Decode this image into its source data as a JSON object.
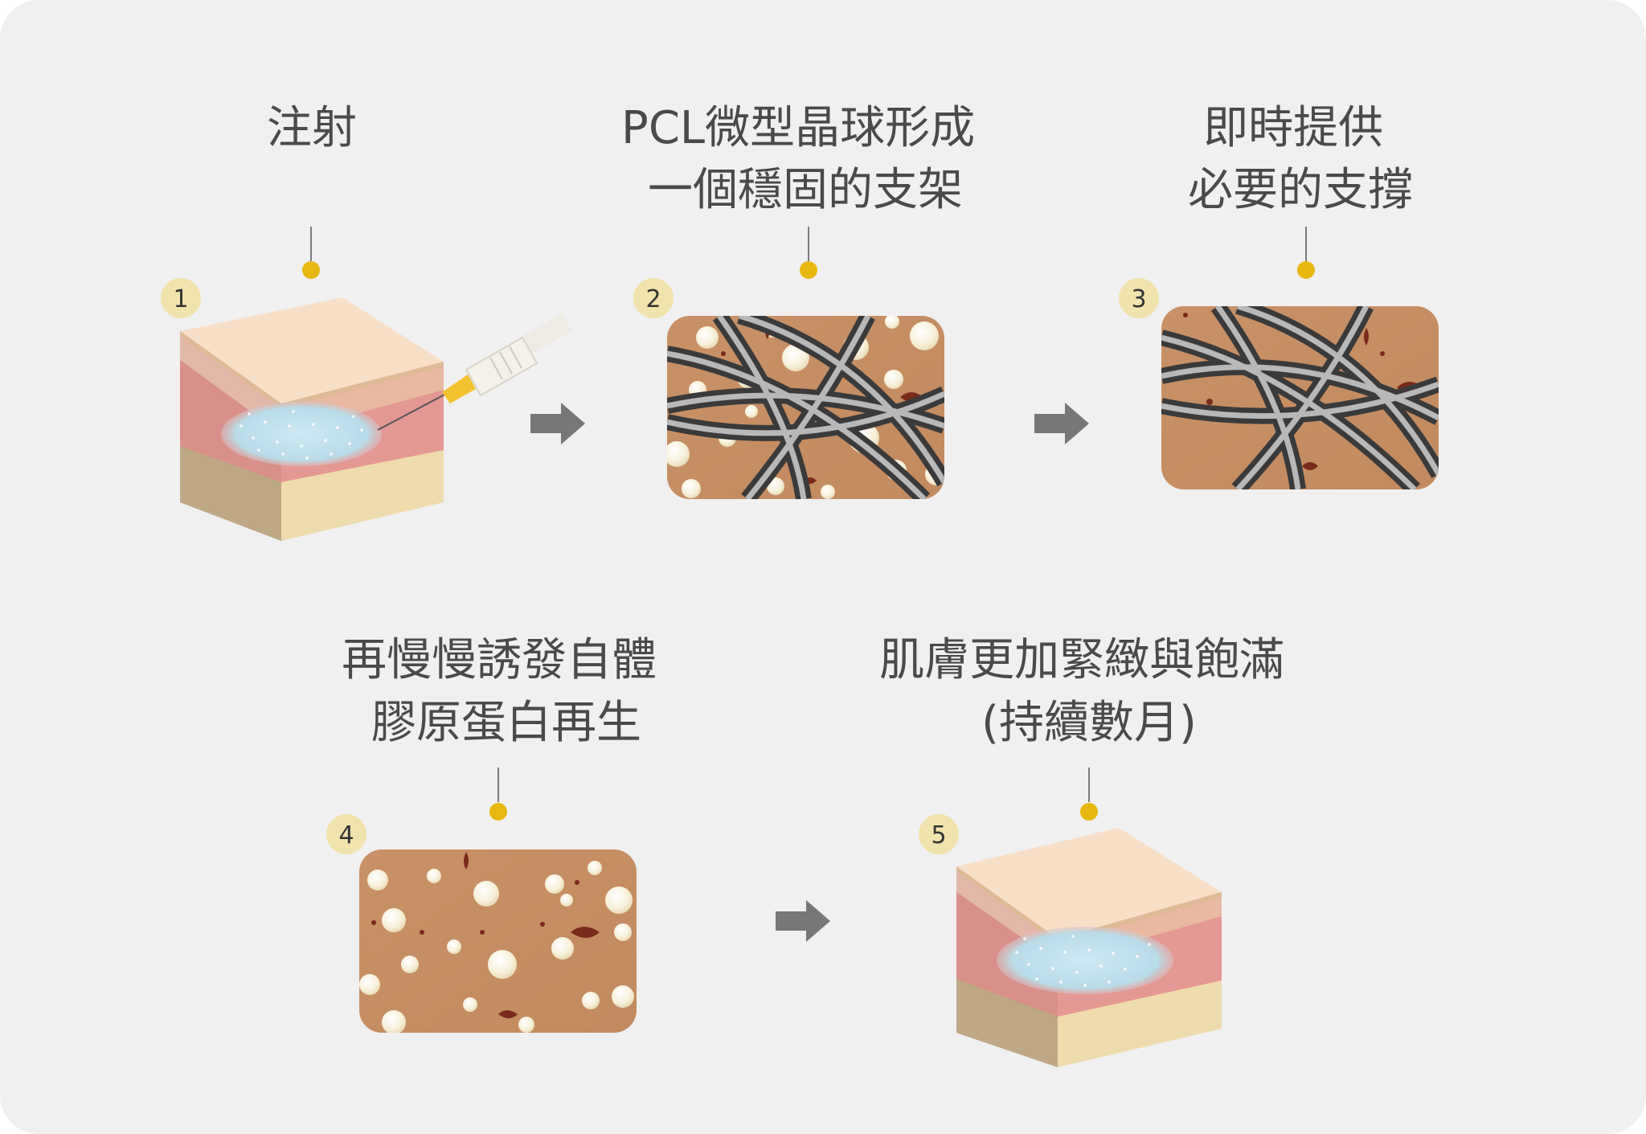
{
  "colors": {
    "background": "#f1f0f0",
    "marker": "#e8b810",
    "badge": "#f1e3ad",
    "arrow": "#777777",
    "tissue": "#c99167",
    "fiber": "#575757",
    "collagen_bubble": "#fbf6e8",
    "skin_top": "#f8dfc8",
    "skin_layer": "#f2a8a0",
    "fat_layer": "#f2dcaa"
  },
  "steps": [
    {
      "number": "1",
      "title": [
        "注射"
      ],
      "illustration": "skin-cube-with-syringe"
    },
    {
      "number": "2",
      "title": [
        "PCL微型晶球形成",
        "一個穩固的支架"
      ],
      "illustration": "tissue-with-fibers-and-microspheres"
    },
    {
      "number": "3",
      "title": [
        "即時提供",
        "必要的支撐"
      ],
      "illustration": "tissue-with-fibers"
    },
    {
      "number": "4",
      "title": [
        "再慢慢誘發自體",
        "膠原蛋白再生"
      ],
      "illustration": "tissue-with-microspheres"
    },
    {
      "number": "5",
      "title": [
        "肌膚更加緊緻與飽滿",
        "(持續數月)"
      ],
      "illustration": "skin-cube-filled"
    }
  ],
  "arrows": [
    "arrow-right-icon",
    "arrow-right-icon",
    "arrow-right-icon"
  ]
}
